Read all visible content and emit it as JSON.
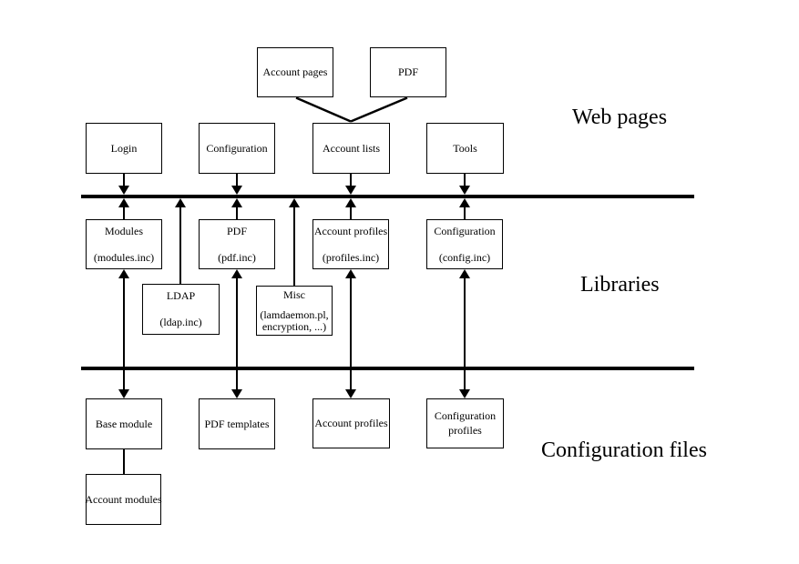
{
  "colors": {
    "background": "#ffffff",
    "line": "#000000",
    "box_border": "#000000",
    "text": "#000000"
  },
  "sections": {
    "web_pages": "Web pages",
    "libraries": "Libraries",
    "configuration_files": "Configuration files"
  },
  "nodes": {
    "account_pages": {
      "lines": [
        "Account pages"
      ]
    },
    "pdf_page": {
      "lines": [
        "PDF"
      ]
    },
    "login": {
      "lines": [
        "Login"
      ]
    },
    "configuration_page": {
      "lines": [
        "Configuration"
      ]
    },
    "account_lists": {
      "lines": [
        "Account lists"
      ]
    },
    "tools": {
      "lines": [
        "Tools"
      ]
    },
    "modules_lib": {
      "lines": [
        "Modules",
        "(modules.inc)"
      ]
    },
    "pdf_lib": {
      "lines": [
        "PDF",
        "(pdf.inc)"
      ]
    },
    "profiles_lib": {
      "lines": [
        "Account profiles",
        "(profiles.inc)"
      ]
    },
    "config_lib": {
      "lines": [
        "Configuration",
        "(config.inc)"
      ]
    },
    "ldap_lib": {
      "lines": [
        "LDAP",
        "(ldap.inc)"
      ]
    },
    "misc_lib": {
      "lines": [
        "Misc",
        "(lamdaemon.pl,",
        "encryption, ...)"
      ]
    },
    "base_module": {
      "lines": [
        "Base module"
      ]
    },
    "pdf_templates": {
      "lines": [
        "PDF templates"
      ]
    },
    "account_profiles_file": {
      "lines": [
        "Account profiles"
      ]
    },
    "config_profiles_file": {
      "lines": [
        "Configuration",
        "profiles"
      ]
    },
    "account_modules": {
      "lines": [
        "Account modules"
      ]
    }
  }
}
